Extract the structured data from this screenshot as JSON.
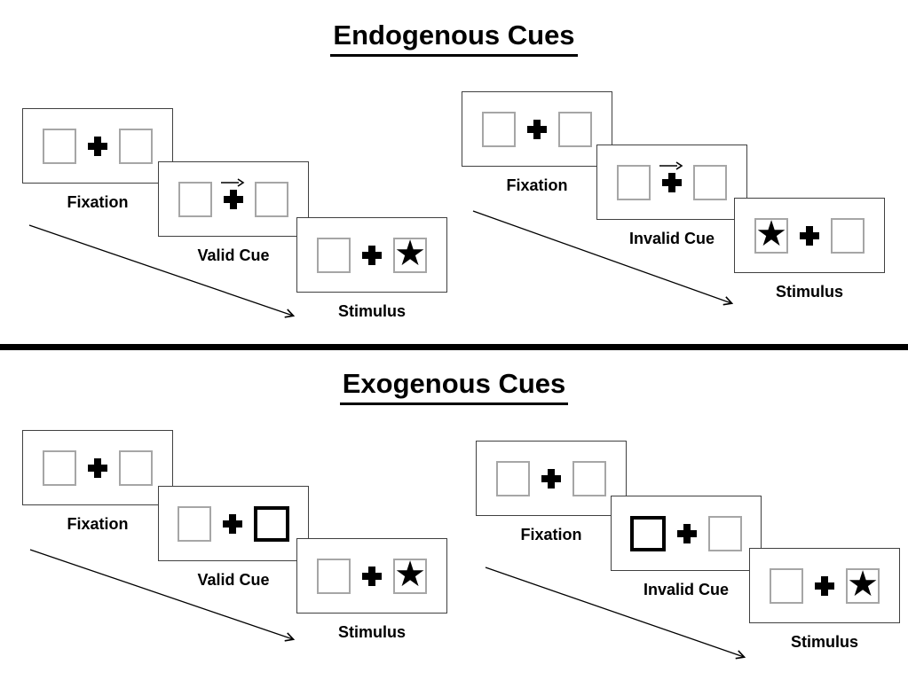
{
  "colors": {
    "background": "#ffffff",
    "panel_border": "#404040",
    "box_border": "#a6a6a6",
    "highlight_box_border": "#000000",
    "ink": "#000000"
  },
  "icons": {
    "star": "★",
    "fixation_cross": "✚",
    "cue_arrow": "→",
    "timeline_arrow": "↘"
  },
  "sections": [
    {
      "title": "Endogenous Cues",
      "groups": [
        {
          "name": "valid-cue-sequence",
          "panels": [
            {
              "label": "Fixation",
              "left_box": "empty",
              "right_box": "empty",
              "cue": "none"
            },
            {
              "label": "Valid Cue",
              "left_box": "empty",
              "right_box": "empty",
              "cue": "arrow-right-above-fixation-cross"
            },
            {
              "label": "Stimulus",
              "left_box": "empty",
              "right_box": "star",
              "cue": "none"
            }
          ]
        },
        {
          "name": "invalid-cue-sequence",
          "panels": [
            {
              "label": "Fixation",
              "left_box": "empty",
              "right_box": "empty",
              "cue": "none"
            },
            {
              "label": "Invalid Cue",
              "left_box": "empty",
              "right_box": "empty",
              "cue": "arrow-right-above-fixation-cross"
            },
            {
              "label": "Stimulus",
              "left_box": "star",
              "right_box": "empty",
              "cue": "none"
            }
          ]
        }
      ]
    },
    {
      "title": "Exogenous Cues",
      "groups": [
        {
          "name": "valid-cue-sequence",
          "panels": [
            {
              "label": "Fixation",
              "left_box": "empty",
              "right_box": "empty",
              "cue": "none"
            },
            {
              "label": "Valid Cue",
              "left_box": "empty",
              "right_box": "thick-highlight",
              "cue": "highlight-right-box"
            },
            {
              "label": "Stimulus",
              "left_box": "empty",
              "right_box": "star",
              "cue": "none"
            }
          ]
        },
        {
          "name": "invalid-cue-sequence",
          "panels": [
            {
              "label": "Fixation",
              "left_box": "empty",
              "right_box": "empty",
              "cue": "none"
            },
            {
              "label": "Invalid Cue",
              "left_box": "thick-highlight",
              "right_box": "empty",
              "cue": "highlight-left-box"
            },
            {
              "label": "Stimulus",
              "left_box": "empty",
              "right_box": "star",
              "cue": "none"
            }
          ]
        }
      ]
    }
  ]
}
